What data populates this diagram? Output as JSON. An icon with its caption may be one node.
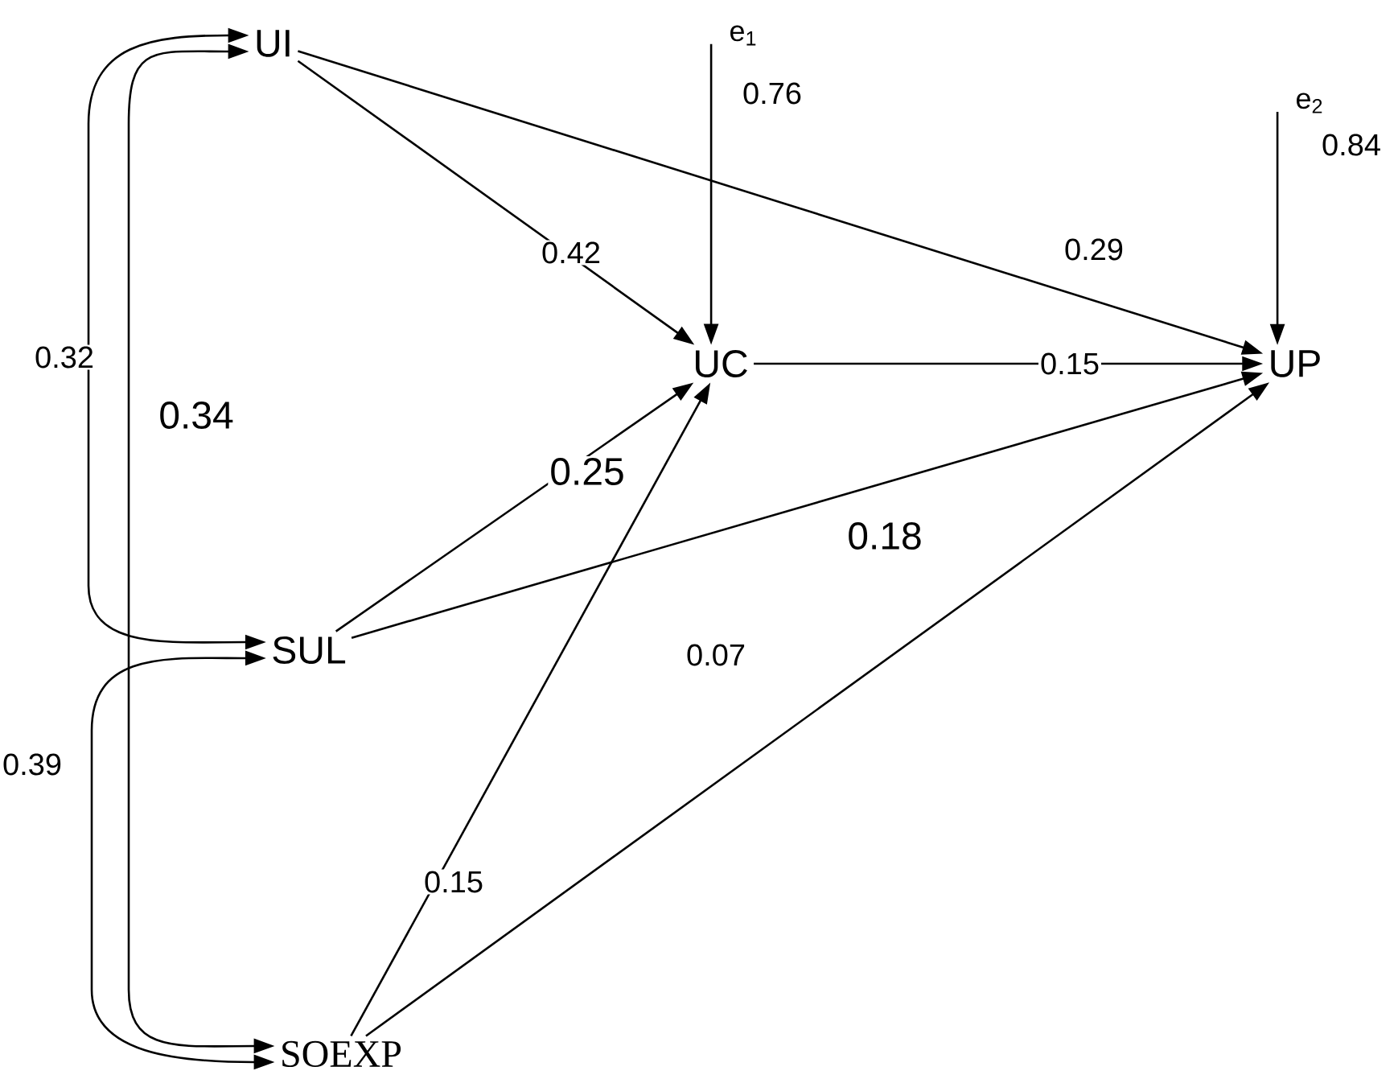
{
  "diagram": {
    "nodes": [
      {
        "text": [
          "UI"
        ]
      },
      {
        "text": [
          "SUL"
        ]
      },
      {
        "text": [
          "SOEXP"
        ]
      },
      {
        "text": [
          "UC"
        ]
      },
      {
        "text": [
          "UP"
        ]
      },
      {
        "text": [
          "e$_{1}$"
        ]
      },
      {
        "text": [
          "e$_{2}$"
        ]
      }
    ],
    "edges": [
      {
        "from": 0,
        "to": 3,
        "arrow": "to",
        "label": "0.42"
      },
      {
        "from": 0,
        "to": 4,
        "arrow": "to",
        "label": "0.29"
      },
      {
        "from": 3,
        "to": 4,
        "arrow": "to",
        "label": "0.15"
      },
      {
        "from": 1,
        "to": 3,
        "arrow": "to",
        "label": "0.25"
      },
      {
        "from": 1,
        "to": 4,
        "arrow": "to",
        "label": "0.18"
      },
      {
        "from": 2,
        "to": 3,
        "arrow": "to",
        "label": "0.15"
      },
      {
        "from": 2,
        "to": 4,
        "arrow": "to",
        "label": "0.07"
      },
      {
        "from": 5,
        "to": 3,
        "arrow": "to",
        "label": "0.76"
      },
      {
        "from": 6,
        "to": 4,
        "arrow": "to",
        "label": "0.84"
      },
      {
        "from": 0,
        "to": 1,
        "arrow": "both",
        "label": "0.32"
      },
      {
        "from": 0,
        "to": 2,
        "arrow": "both",
        "label": "0.34"
      },
      {
        "from": 1,
        "to": 2,
        "arrow": "both",
        "label": "0.39"
      }
    ]
  }
}
